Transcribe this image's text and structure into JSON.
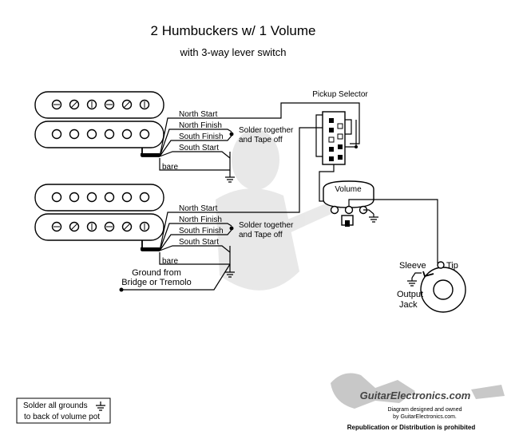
{
  "title": "2 Humbuckers w/ 1 Volume",
  "subtitle": "with 3-way lever switch",
  "pickup_selector_label": "Pickup Selector",
  "volume_label": "Volume",
  "pickup1": {
    "wires": [
      "North Start",
      "North Finish",
      "South Finish",
      "South Start"
    ],
    "bare": "bare",
    "solder_line1": "Solder together",
    "solder_line2": "and Tape off"
  },
  "pickup2": {
    "wires": [
      "North Start",
      "North Finish",
      "South Finish",
      "South Start"
    ],
    "bare": "bare",
    "solder_line1": "Solder together",
    "solder_line2": "and Tape off"
  },
  "ground_from_line1": "Ground from",
  "ground_from_line2": "Bridge or Tremolo",
  "jack": {
    "sleeve": "Sleeve",
    "tip": "Tip",
    "label_line1": "Output",
    "label_line2": "Jack"
  },
  "note_line1": "Solder all grounds",
  "note_line2": "to back of volume pot",
  "brand": "GuitarElectronics.com",
  "credit_line1": "Diagram designed and owned",
  "credit_line2": "by GuitarElectronics.com.",
  "copyright": "Republication or Distribution is prohibited"
}
